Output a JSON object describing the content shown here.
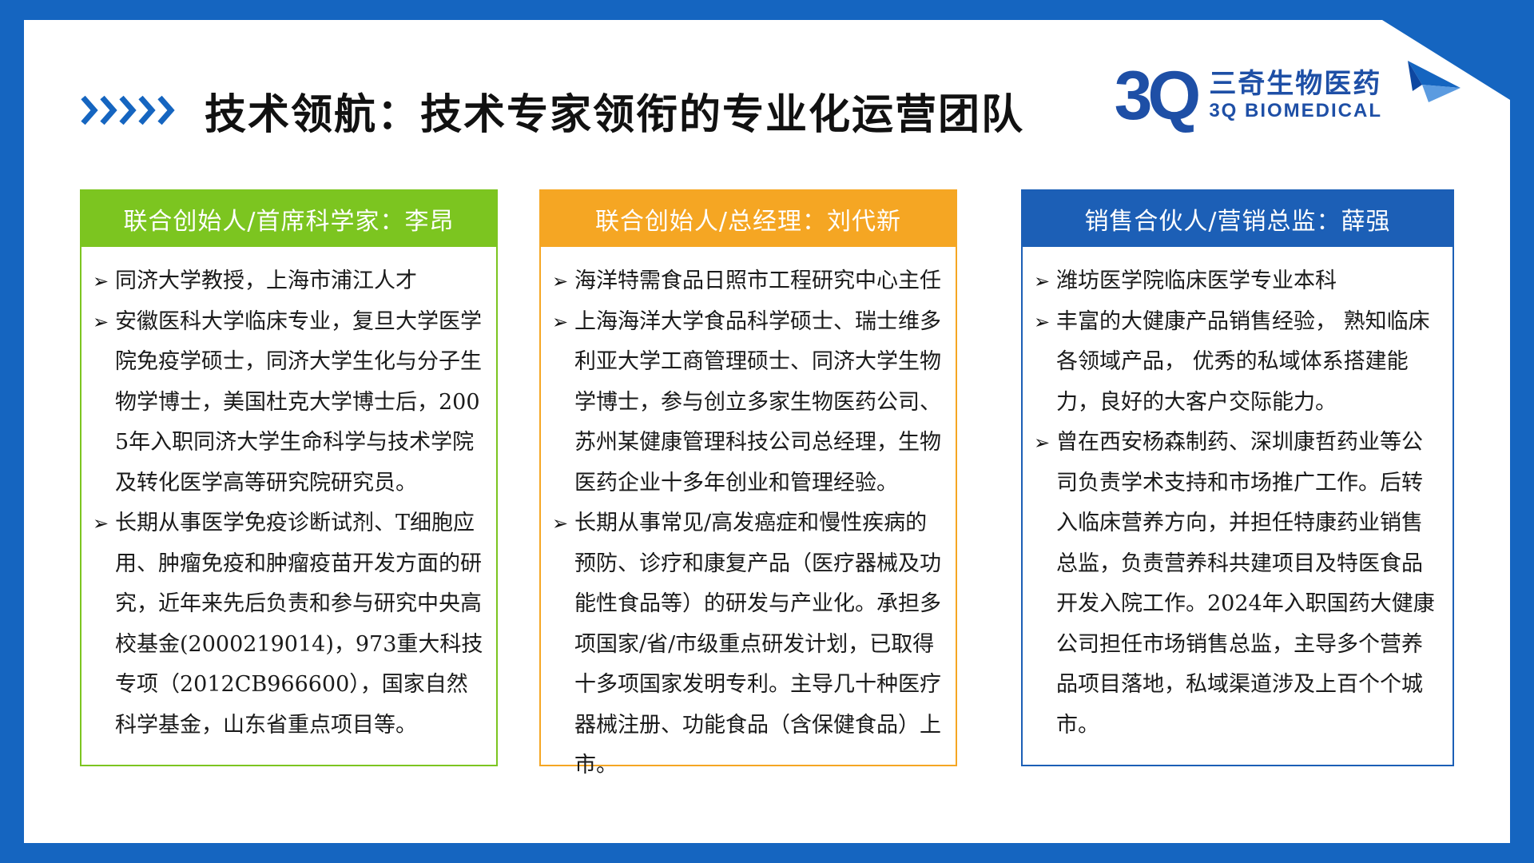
{
  "page": {
    "title": "技术领航：技术专家领衔的专业化运营团队"
  },
  "logo": {
    "mark": "3Q",
    "name_cn": "三奇生物医药",
    "name_en": "3Q BIOMEDICAL"
  },
  "colors": {
    "frame": "#1565c0",
    "green": "#7cc520",
    "orange": "#f5a623",
    "blue": "#1c5fb6",
    "logo": "#1e4fa6"
  },
  "icons": {
    "header_decoration": "double-chevron-right-icon",
    "bullet": "arrow-right-icon",
    "brand": "paper-plane-icon"
  },
  "cards": [
    {
      "heading": "联合创始人/首席科学家：李昂",
      "bullets": [
        "同济大学教授，上海市浦江人才",
        "安徽医科大学临床专业，复旦大学医学院免疫学硕士，同济大学生化与分子生物学博士，美国杜克大学博士后，2005年入职同济大学生命科学与技术学院及转化医学高等研究院研究员。",
        "长期从事医学免疫诊断试剂、T细胞应用、肿瘤免疫和肿瘤疫苗开发方面的研究，近年来先后负责和参与研究中央高校基金(2000219014)，973重大科技专项（2012CB966600），国家自然科学基金，山东省重点项目等。"
      ]
    },
    {
      "heading": "联合创始人/总经理：刘代新",
      "bullets": [
        "海洋特需食品日照市工程研究中心主任",
        "上海海洋大学食品科学硕士、瑞士维多利亚大学工商管理硕士、同济大学生物学博士，参与创立多家生物医药公司、苏州某健康管理科技公司总经理，生物医药企业十多年创业和管理经验。",
        "长期从事常见/高发癌症和慢性疾病的预防、诊疗和康复产品（医疗器械及功能性食品等）的研发与产业化。承担多项国家/省/市级重点研发计划，已取得十多项国家发明专利。主导几十种医疗器械注册、功能食品（含保健食品）上市。"
      ]
    },
    {
      "heading": "销售合伙人/营销总监：薛强",
      "bullets": [
        "潍坊医学院临床医学专业本科",
        "丰富的大健康产品销售经验， 熟知临床各领域产品， 优秀的私域体系搭建能力，良好的大客户交际能力。",
        "曾在西安杨森制药、深圳康哲药业等公司负责学术支持和市场推广工作。后转入临床营养方向，并担任特康药业销售总监，负责营养科共建项目及特医食品开发入院工作。2024年入职国药大健康公司担任市场销售总监，主导多个营养品项目落地，私域渠道涉及上百个个城市。"
      ]
    }
  ]
}
